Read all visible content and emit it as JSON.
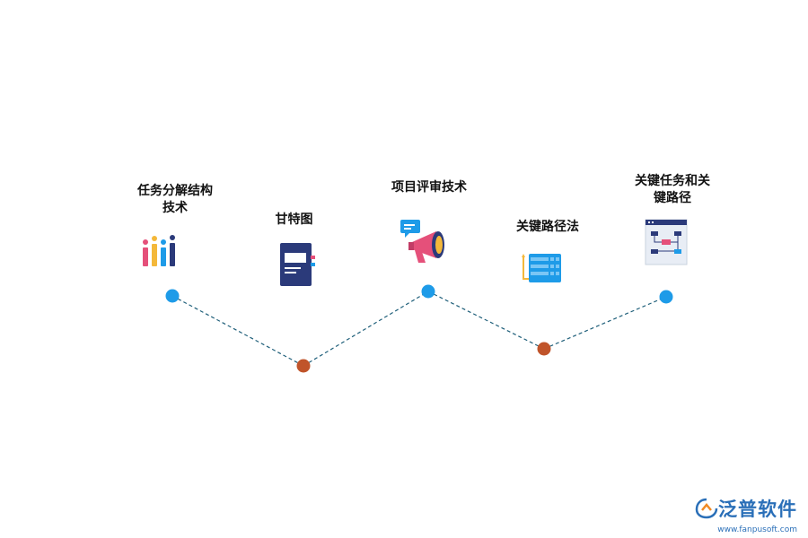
{
  "steps": [
    {
      "label_lines": [
        "任务分解结构",
        "技术"
      ],
      "icon": "bar-chart-icon"
    },
    {
      "label_lines": [
        "甘特图"
      ],
      "icon": "notebook-icon"
    },
    {
      "label_lines": [
        "项目评审技术"
      ],
      "icon": "megaphone-icon"
    },
    {
      "label_lines": [
        "关键路径法"
      ],
      "icon": "server-list-icon"
    },
    {
      "label_lines": [
        "关键任务和关",
        "键路径"
      ],
      "icon": "flowchart-window-icon"
    }
  ],
  "colors": {
    "node_top": "#1e9be8",
    "node_bottom": "#c0542a",
    "connector": "#1f5f7a"
  },
  "logo": {
    "text": "泛普软件",
    "url": "www.fanpusoft.com"
  }
}
